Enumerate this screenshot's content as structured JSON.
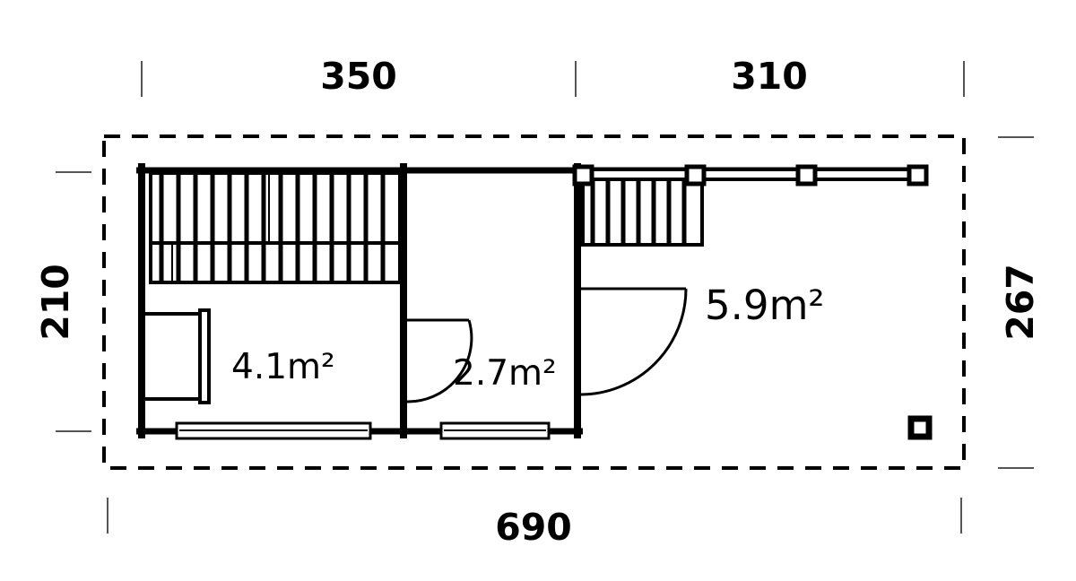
{
  "drawing": {
    "type": "architectural-floor-plan",
    "title": "Sauna cabin floor plan",
    "units": "cm",
    "line_color": "#000000",
    "background_color": "#ffffff"
  },
  "dimensions": {
    "top": [
      {
        "label": "350",
        "value": 350,
        "segment": "left-section"
      },
      {
        "label": "310",
        "value": 310,
        "segment": "right-section"
      }
    ],
    "bottom": [
      {
        "label": "690",
        "value": 690,
        "segment": "overall-width"
      }
    ],
    "left": [
      {
        "label": "210",
        "value": 210,
        "segment": "interior-depth"
      }
    ],
    "right": [
      {
        "label": "267",
        "value": 267,
        "segment": "overall-depth"
      }
    ]
  },
  "rooms": [
    {
      "name": "sauna-room",
      "area_label": "4.1m²",
      "area_value": 4.1,
      "unit": "m²"
    },
    {
      "name": "washroom",
      "area_label": "2.7m²",
      "area_value": 2.7,
      "unit": "m²"
    },
    {
      "name": "terrace",
      "area_label": "5.9m²",
      "area_value": 5.9,
      "unit": "m²"
    }
  ],
  "features": {
    "sauna_bench": {
      "name": "two-tier-slatted-bench",
      "tiers": 2
    },
    "sauna_heater": {
      "name": "sauna-stove"
    },
    "terrace_bench": {
      "name": "slatted-bench"
    },
    "terrace_railing": {
      "name": "railing-with-posts",
      "post_count": 4
    },
    "corner_post": {
      "name": "terrace-corner-post"
    },
    "doors": [
      {
        "name": "washroom-door",
        "swing": "left-hinge"
      },
      {
        "name": "terrace-door",
        "swing": "left-hinge"
      }
    ],
    "windows": [
      {
        "name": "sauna-window",
        "wall": "south"
      },
      {
        "name": "washroom-window",
        "wall": "south"
      }
    ],
    "outline": {
      "name": "roof-overhang-outline",
      "style": "dashed"
    }
  }
}
